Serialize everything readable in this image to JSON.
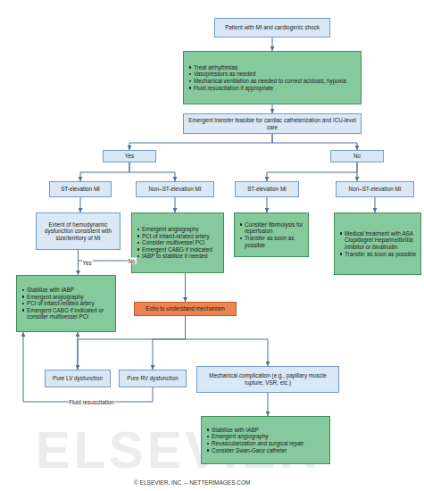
{
  "diagram": {
    "nodes": [
      {
        "text": [
          "Patient with MI and cardiogenic shock"
        ]
      },
      {
        "text": [
          "Treat arrhythmias",
          "Vasopressors as needed",
          "Mechanical ventilation as needed to correct acidosis, hypoxia",
          "Fluid resuscitation if appropriate"
        ]
      },
      {
        "text": [
          "Emergent transfer feasible for cardiac catheterization and ICU-level care"
        ]
      },
      {
        "text": [
          "Yes"
        ]
      },
      {
        "text": [
          "No"
        ]
      },
      {
        "text": [
          "ST-elevation MI"
        ]
      },
      {
        "text": [
          "Non–ST-elevation MI"
        ]
      },
      {
        "text": [
          "ST-elevation MI"
        ]
      },
      {
        "text": [
          "Non–ST-elevation MI"
        ]
      },
      {
        "text": [
          "Extent of hemodynamic dysfunction consistent with size/territory of MI"
        ]
      },
      {
        "text": [
          "Emergent angiography",
          "PCI of infarct-related artery",
          "Consider multivessel PCI",
          "Emergent CABG if indicated",
          "IABP to stabilize if needed"
        ]
      },
      {
        "text": [
          "Consider fibrinolysis for reperfusion",
          "Transfer as soon as possible"
        ]
      },
      {
        "text": [
          "Medical treatment with ASA Clopidogrel Heparin±IIb/IIIa inhibitor or bivalirudin",
          "Transfer as soon as possible"
        ]
      },
      {
        "text": [
          "Stabilize with IABP",
          "Emergent angiography",
          "PCI of infarct-related artery",
          "Emergent CABG if indicated or consider multivessel PCI"
        ]
      },
      {
        "text": [
          "Echo to understand mechanism"
        ]
      },
      {
        "text": [
          "Pure LV dysfunction"
        ]
      },
      {
        "text": [
          "Pure RV dysfunction"
        ]
      },
      {
        "text": [
          "Mechanical complication (e.g., papillary muscle rupture, VSR, etc.)"
        ]
      },
      {
        "text": [
          "Stabilize with IABP",
          "Emergent angiography",
          "Revascularization and surgical repair",
          "Consider Swan-Ganz catheter"
        ]
      }
    ],
    "edges": [
      {
        "from": 0,
        "to": 1,
        "arrow": "to"
      },
      {
        "from": 1,
        "to": 2,
        "arrow": "to"
      },
      {
        "from": 2,
        "to": 3,
        "arrow": "to"
      },
      {
        "from": 2,
        "to": 4,
        "arrow": "to"
      },
      {
        "from": 3,
        "to": 5,
        "arrow": "to"
      },
      {
        "from": 3,
        "to": 6,
        "arrow": "to"
      },
      {
        "from": 4,
        "to": 7,
        "arrow": "to"
      },
      {
        "from": 4,
        "to": 8,
        "arrow": "to"
      },
      {
        "from": 5,
        "to": 9,
        "arrow": "to"
      },
      {
        "from": 6,
        "to": 10,
        "arrow": "to"
      },
      {
        "from": 7,
        "to": 11,
        "arrow": "to"
      },
      {
        "from": 8,
        "to": 12,
        "arrow": "to"
      },
      {
        "from": 9,
        "to": 13,
        "label": "Yes",
        "arrow": "to"
      },
      {
        "from": 9,
        "to": 14,
        "label": "No",
        "arrow": "to"
      },
      {
        "from": 14,
        "to": 15,
        "arrow": "to"
      },
      {
        "from": 14,
        "to": 16,
        "arrow": "to"
      },
      {
        "from": 14,
        "to": 17,
        "arrow": "to"
      },
      {
        "from": 17,
        "to": 18,
        "arrow": "to"
      },
      {
        "from": 15,
        "to": 13,
        "arrow": "to"
      },
      {
        "from": 16,
        "to": 13,
        "label": "Fluid resuscitation",
        "arrow": "to"
      }
    ],
    "labels": [
      "ELSEVIER",
      "© ELSEVIER, INC. – NETTERIMAGES.COM"
    ]
  }
}
